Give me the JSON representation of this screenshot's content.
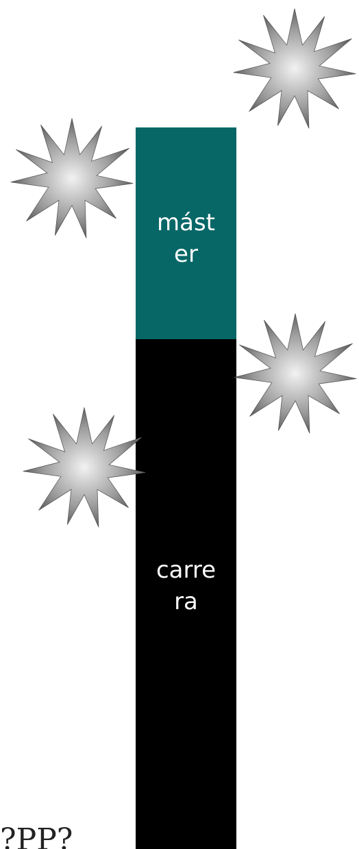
{
  "blocks": {
    "top": {
      "label": "máster",
      "color": "#076767"
    },
    "bottom": {
      "label": "carrera",
      "color": "#000000"
    }
  },
  "stars": [
    {
      "icon": "starburst-icon"
    },
    {
      "icon": "starburst-icon"
    },
    {
      "icon": "starburst-icon"
    },
    {
      "icon": "starburst-icon"
    }
  ],
  "footer_text": "?PP?"
}
